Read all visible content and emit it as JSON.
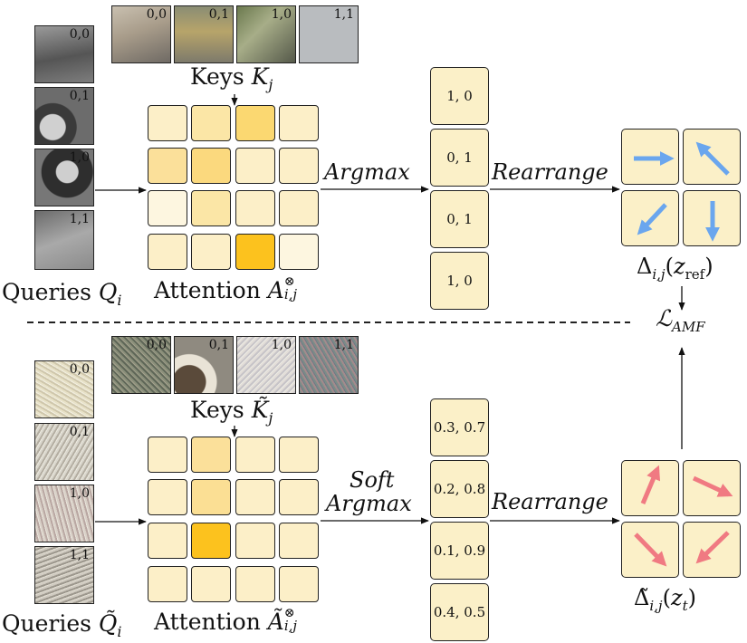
{
  "top": {
    "keys_caption": "Keys",
    "keys_symbol": "K",
    "keys_sub": "j",
    "queries_caption": "Queries",
    "queries_symbol": "Q",
    "queries_sub": "i",
    "attention_caption": "Attention",
    "attention_symbol": "A",
    "attention_sub": "i,j",
    "attention_sup": "⊗",
    "operation": "Argmax",
    "rearrange": "Rearrange",
    "key_patches": [
      "0,0",
      "0,1",
      "1,0",
      "1,1"
    ],
    "query_patches": [
      "0,0",
      "0,1",
      "1,0",
      "1,1"
    ],
    "argmax_values": [
      "1, 0",
      "0, 1",
      "0, 1",
      "1, 0"
    ],
    "delta_symbol": "Δ",
    "delta_sub": "i,j",
    "delta_arg": "z",
    "delta_arg_sub": "ref"
  },
  "loss": {
    "symbol": "ℒ",
    "sub": "AMF"
  },
  "bottom": {
    "keys_caption": "Keys",
    "keys_symbol": "K̃",
    "keys_sub": "j",
    "queries_caption": "Queries",
    "queries_symbol": "Q̃",
    "queries_sub": "i",
    "attention_caption": "Attention",
    "attention_symbol": "Ã",
    "attention_sub": "i,j",
    "attention_sup": "⊗",
    "operation_line1": "Soft",
    "operation_line2": "Argmax",
    "rearrange": "Rearrange",
    "key_patches": [
      "0,0",
      "0,1",
      "1,0",
      "1,1"
    ],
    "query_patches": [
      "0,0",
      "0,1",
      "1,0",
      "1,1"
    ],
    "softargmax_values": [
      "0.3, 0.7",
      "0.2, 0.8",
      "0.1, 0.9",
      "0.4, 0.5"
    ],
    "delta_symbol": "Δ̃",
    "delta_sub": "i,j",
    "delta_arg": "z",
    "delta_arg_sub": "t"
  },
  "colors": {
    "cell_pale": "#fdf6e0",
    "cell_light": "#fcefc8",
    "cell_mid": "#fbe6a6",
    "cell_strong": "#fbd871",
    "cell_max": "#fcc21e",
    "box_fill": "#fbf0c8",
    "top_arrow": "#6aa6ee",
    "bottom_arrow": "#f07a82"
  },
  "icons": {
    "top_flow_arrows": [
      "right-arrow-icon",
      "up-left-arrow-icon",
      "down-left-arrow-icon",
      "down-arrow-icon"
    ],
    "bottom_flow_arrows": [
      "up-right-arrow-icon",
      "down-right-arrow-icon",
      "down-right-arrow-icon",
      "down-left-arrow-icon"
    ]
  }
}
